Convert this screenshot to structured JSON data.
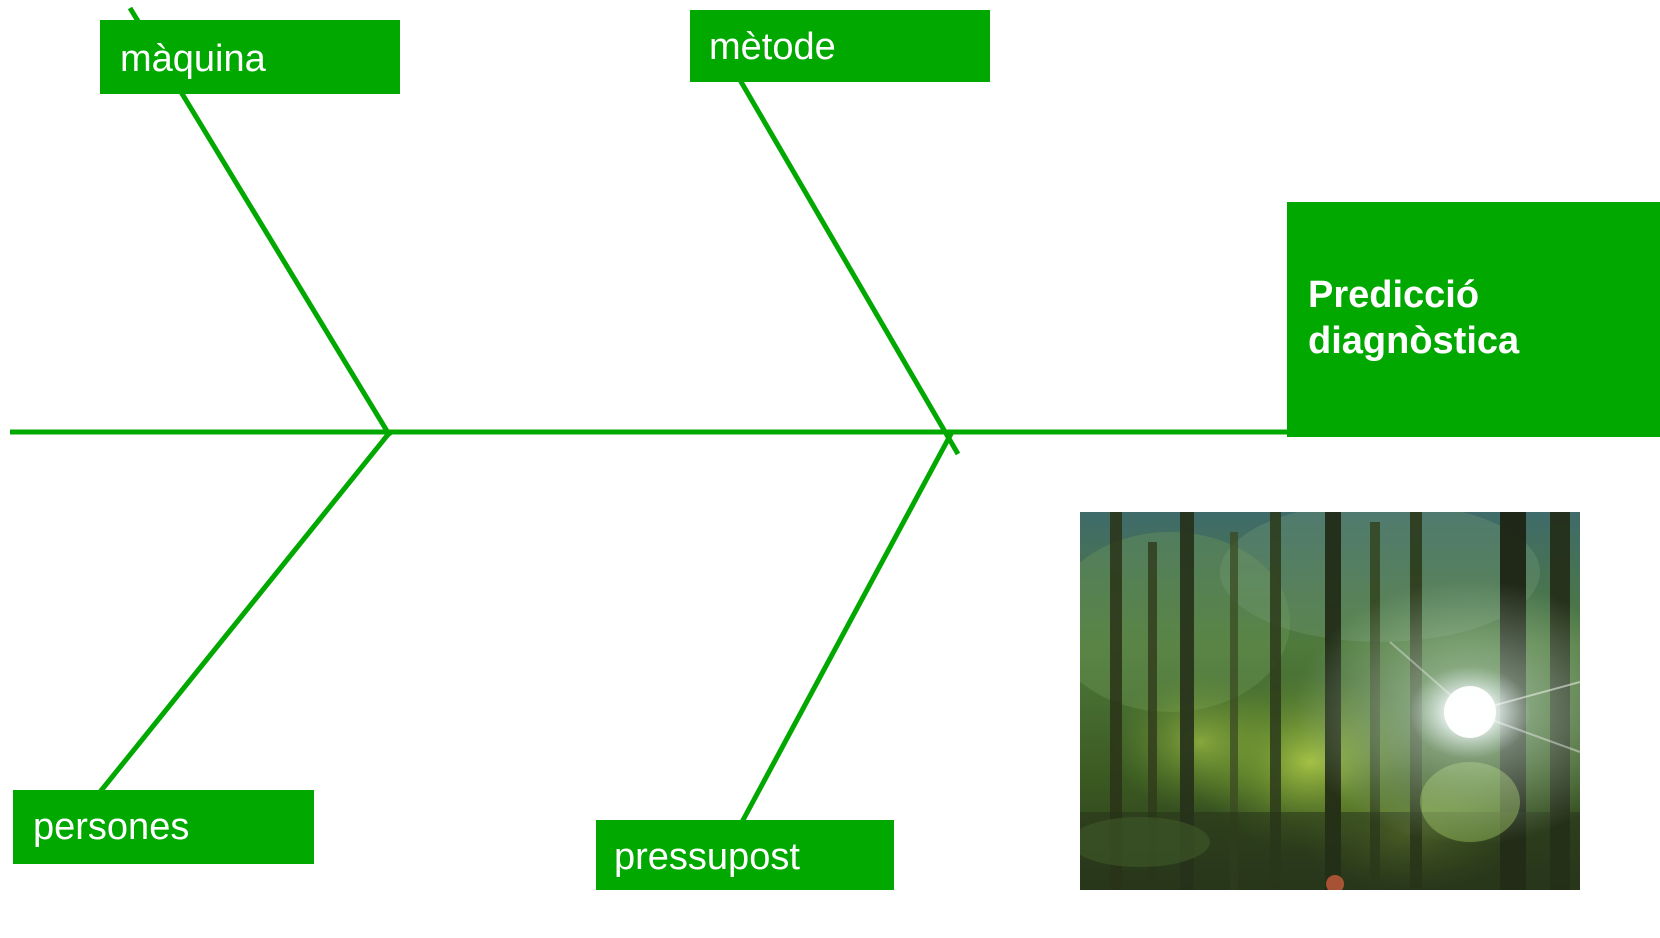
{
  "diagram": {
    "effect": {
      "label": "Predicció\ndiagnòstica"
    },
    "causes": {
      "top_left": "màquina",
      "top_right": "mètode",
      "bottom_left": "persones",
      "bottom_right": "pressupost"
    }
  },
  "colors": {
    "bone": "#00a800",
    "box_fill": "#00a800",
    "box_text": "#ffffff",
    "background": "#ffffff"
  },
  "photo": {
    "subject": "forest-with-sunlight"
  }
}
